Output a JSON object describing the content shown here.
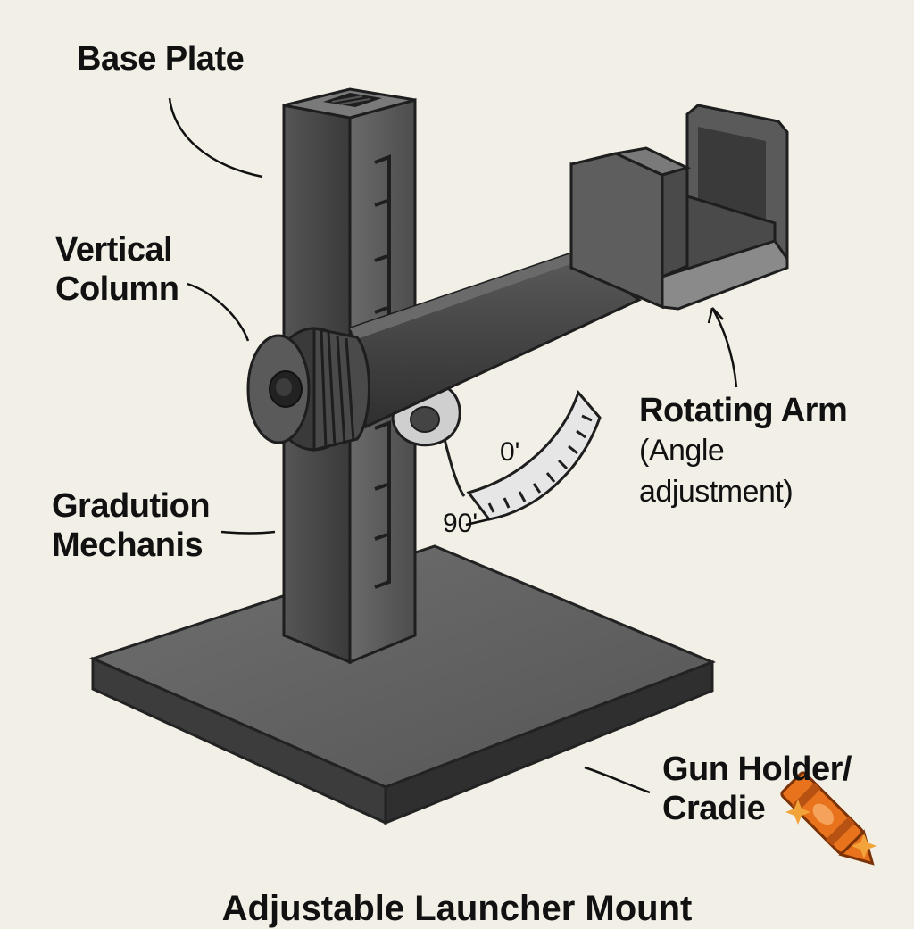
{
  "labels": {
    "base_plate": "Base Plate",
    "vertical_column": [
      "Vertical",
      "Column"
    ],
    "gradution_mechanis": [
      "Gradution",
      "Mechanis"
    ],
    "rotating_arm": {
      "title": "Rotating Arm",
      "subtitle": [
        "(Angle",
        "adjustment)"
      ]
    },
    "gun_holder": [
      "Gun Holder/",
      "Cradie"
    ]
  },
  "angle_scale": {
    "start": "0'",
    "end": "90'"
  },
  "footer_title": "Adjustable Launcher Mount",
  "colors": {
    "background": "#f2efe6",
    "metal_dark": "#3b3b3b",
    "metal_mid": "#5c5c5c",
    "metal_light": "#8a8a8a",
    "crayon_orange": "#e8731c",
    "sparkle": "#f2a33a"
  },
  "icons": [
    "crayon-logo-icon",
    "sparkle-icon"
  ]
}
